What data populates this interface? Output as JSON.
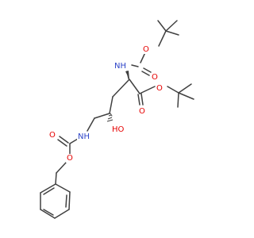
{
  "molecule": {
    "atoms": [
      {
        "id": "o_boc_ether",
        "label": "O",
        "color": "#e60000"
      },
      {
        "id": "o_boc_carbonyl",
        "label": "O",
        "color": "#e60000"
      },
      {
        "id": "nh_boc",
        "label": "NH",
        "color": "#2e45c8"
      },
      {
        "id": "o_ester_ether",
        "label": "O",
        "color": "#e60000"
      },
      {
        "id": "o_ester_carbonyl",
        "label": "O",
        "color": "#e60000"
      },
      {
        "id": "ho",
        "label": "HO",
        "color": "#e60000"
      },
      {
        "id": "nh_cbz",
        "label": "NH",
        "color": "#2e45c8"
      },
      {
        "id": "o_cbz_carbonyl",
        "label": "O",
        "color": "#e60000"
      },
      {
        "id": "o_cbz_ether",
        "label": "O",
        "color": "#e60000"
      }
    ],
    "colors": {
      "bond": "#404040",
      "oxygen": "#e60000",
      "nitrogen": "#2e45c8"
    }
  }
}
